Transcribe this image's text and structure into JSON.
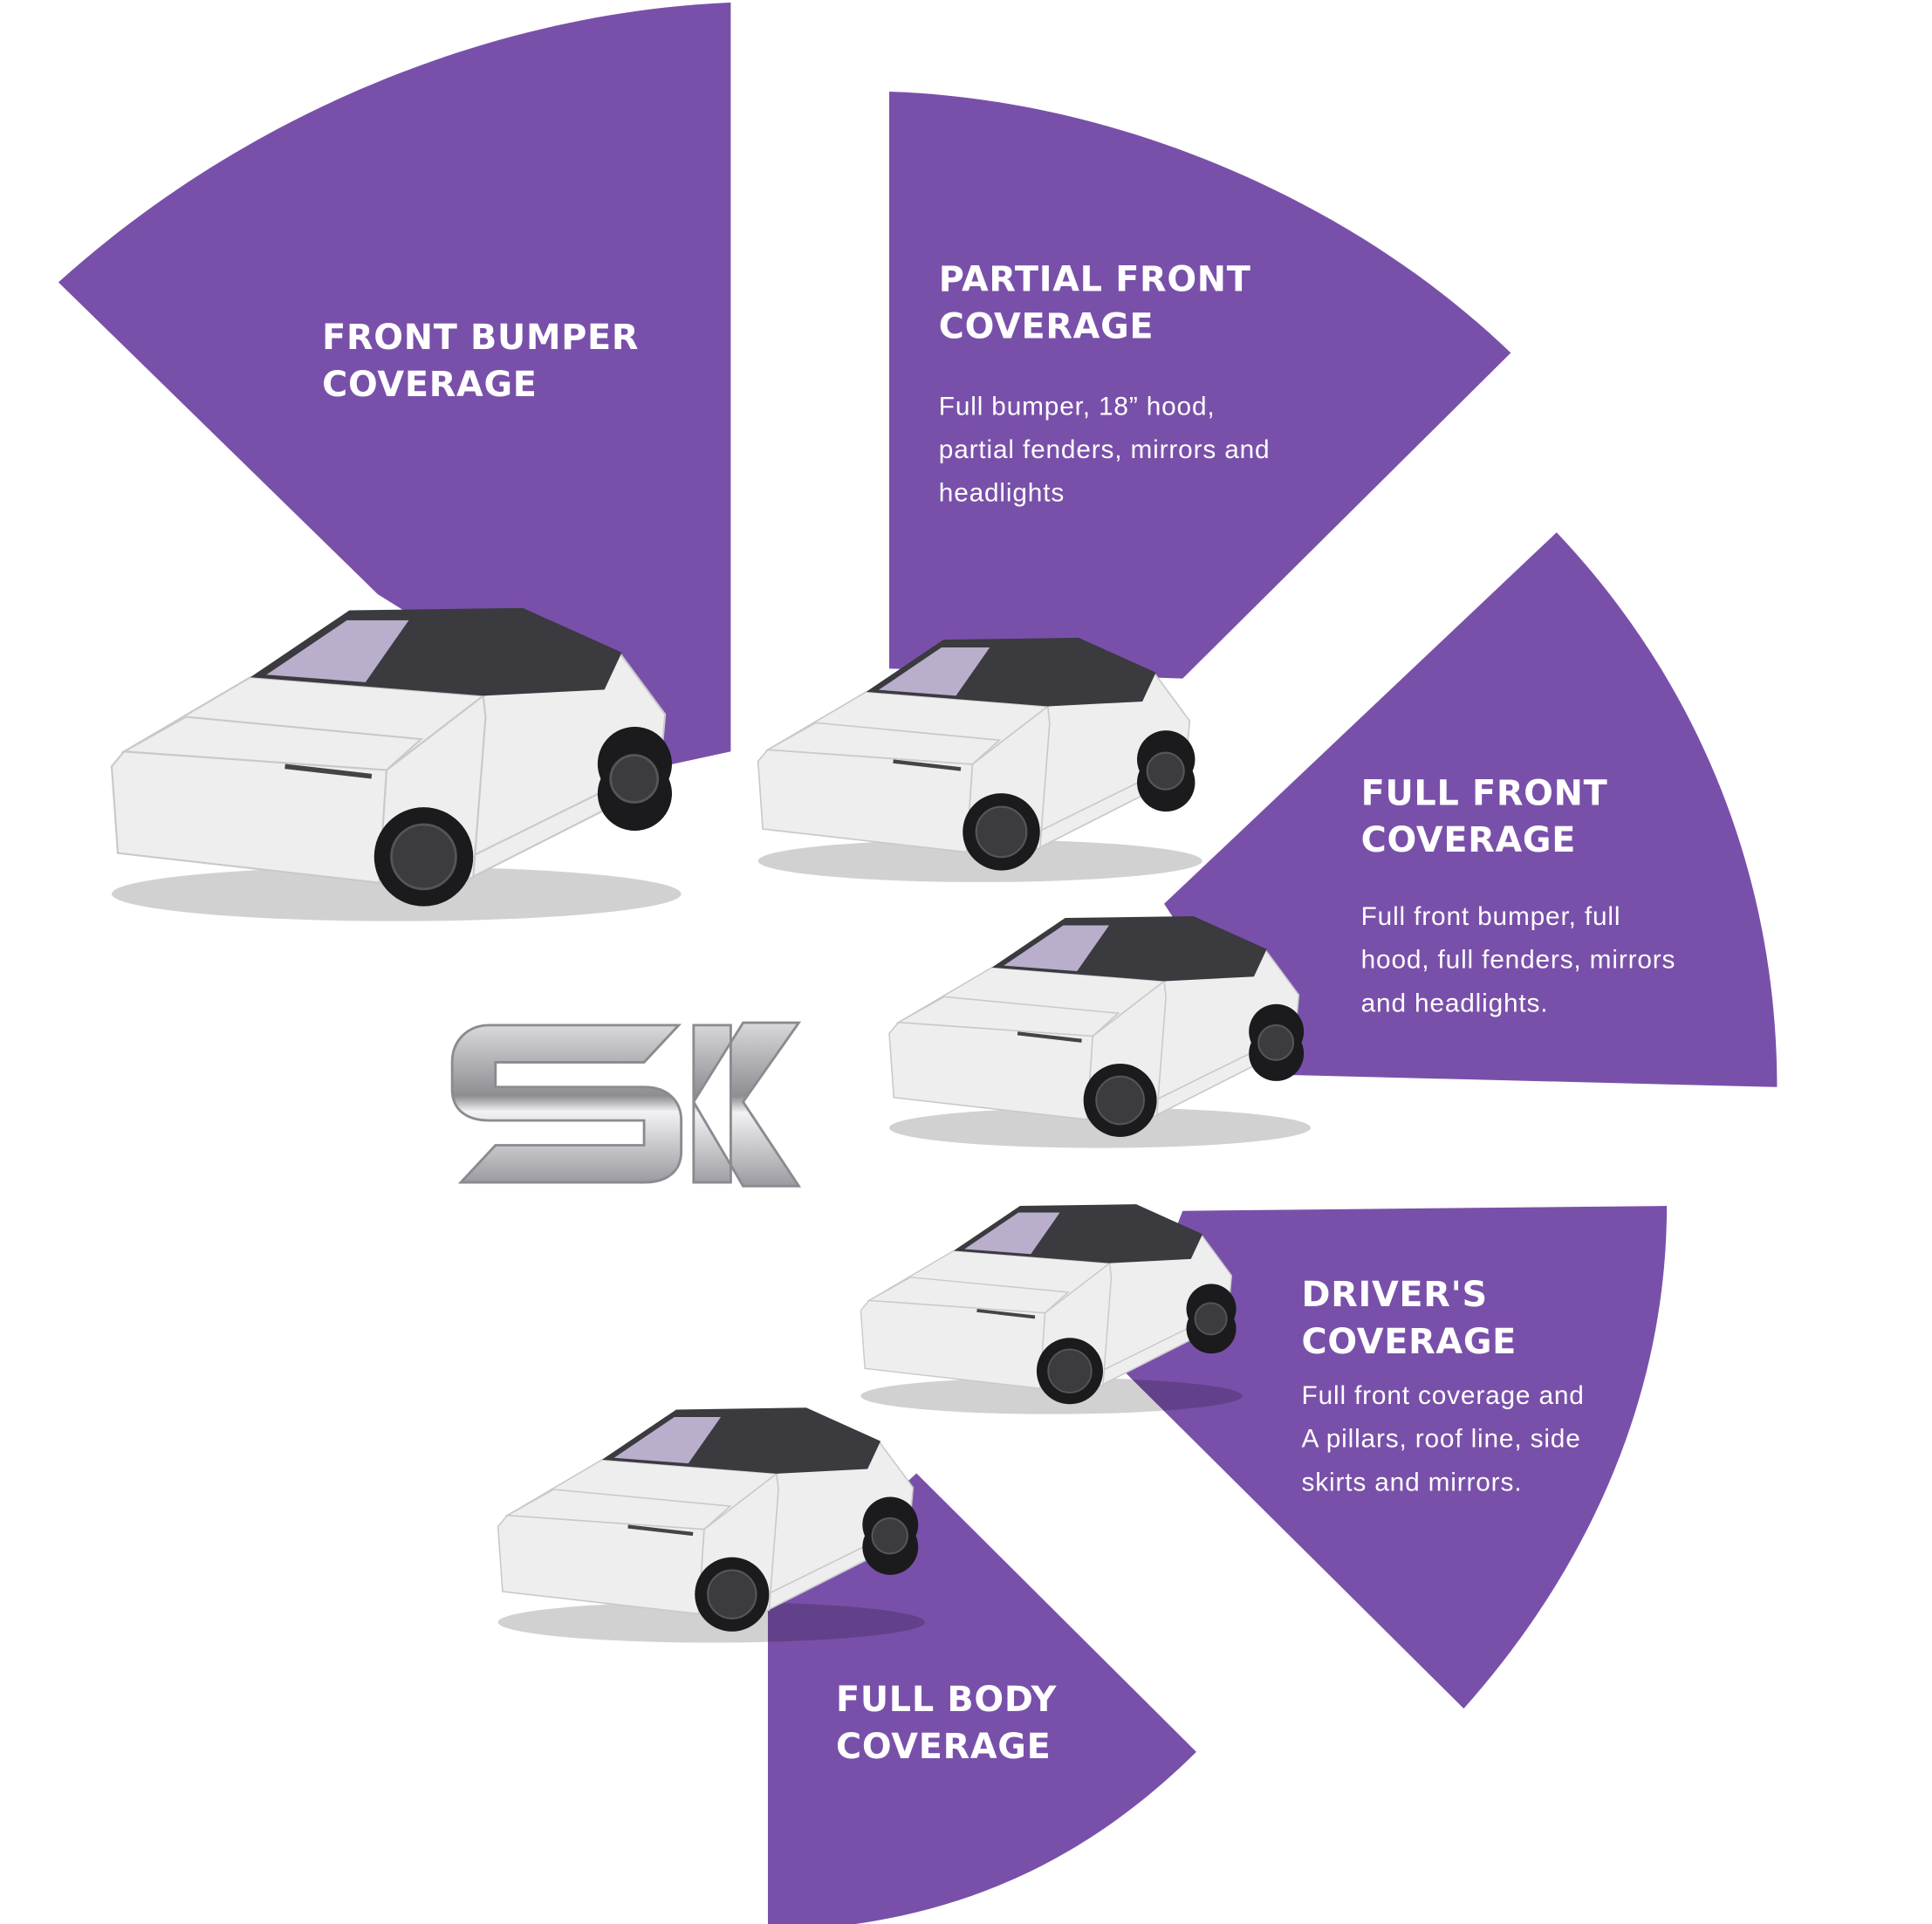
{
  "accent_color": "#7950a9",
  "logo": {
    "text": "SK"
  },
  "packages": [
    {
      "title": [
        "FRONT BUMPER",
        "COVERAGE"
      ],
      "description": []
    },
    {
      "title": [
        "PARTIAL FRONT",
        "COVERAGE"
      ],
      "description": [
        "Full bumper, 18” hood,",
        "partial fenders, mirrors and",
        "headlights"
      ]
    },
    {
      "title": [
        "FULL FRONT",
        "COVERAGE"
      ],
      "description": [
        "Full front bumper, full",
        "hood, full fenders, mirrors",
        "and headlights."
      ]
    },
    {
      "title": [
        "DRIVER'S",
        "COVERAGE"
      ],
      "description": [
        "Full front coverage and",
        "A pillars, roof line, side",
        "skirts and mirrors."
      ]
    },
    {
      "title": [
        "FULL BODY",
        "COVERAGE"
      ],
      "description": []
    }
  ]
}
